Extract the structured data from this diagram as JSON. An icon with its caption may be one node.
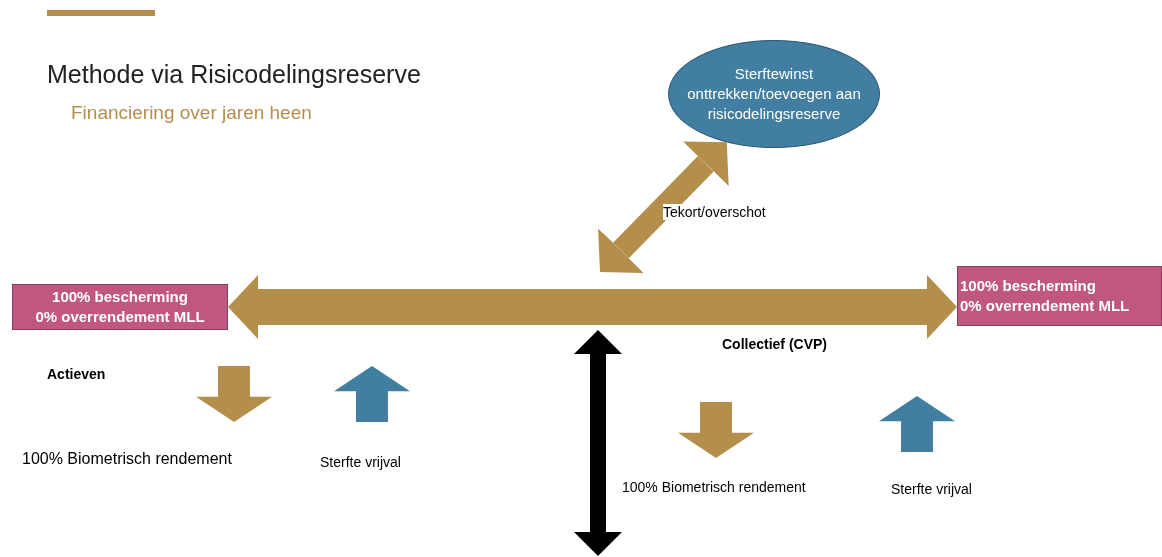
{
  "diagram": {
    "title": "Methode via Risicodelingsreserve",
    "nodes": [
      {
        "text": [
          "Sterftewinst onttrekken/toevoegen aan risicodelingsreserve"
        ]
      },
      {
        "text": [
          "100% bescherming",
          "0% overrendement MLL"
        ]
      },
      {
        "text": [
          "100% bescherming",
          "0% overrendement MLL"
        ]
      }
    ],
    "edges": [
      {
        "from": 1,
        "to": 2,
        "arrow": "both",
        "label": "Collectief (CVP)"
      },
      {
        "from": 0,
        "to": null,
        "arrow": "both",
        "label": "Tekort/overschot"
      }
    ],
    "labels": [
      "Financiering over jaren heen",
      "Actieven",
      "100% Biometrisch rendement",
      "Sterfte vrijval",
      "100% Biometrisch rendement",
      "Sterfte vrijval"
    ]
  }
}
